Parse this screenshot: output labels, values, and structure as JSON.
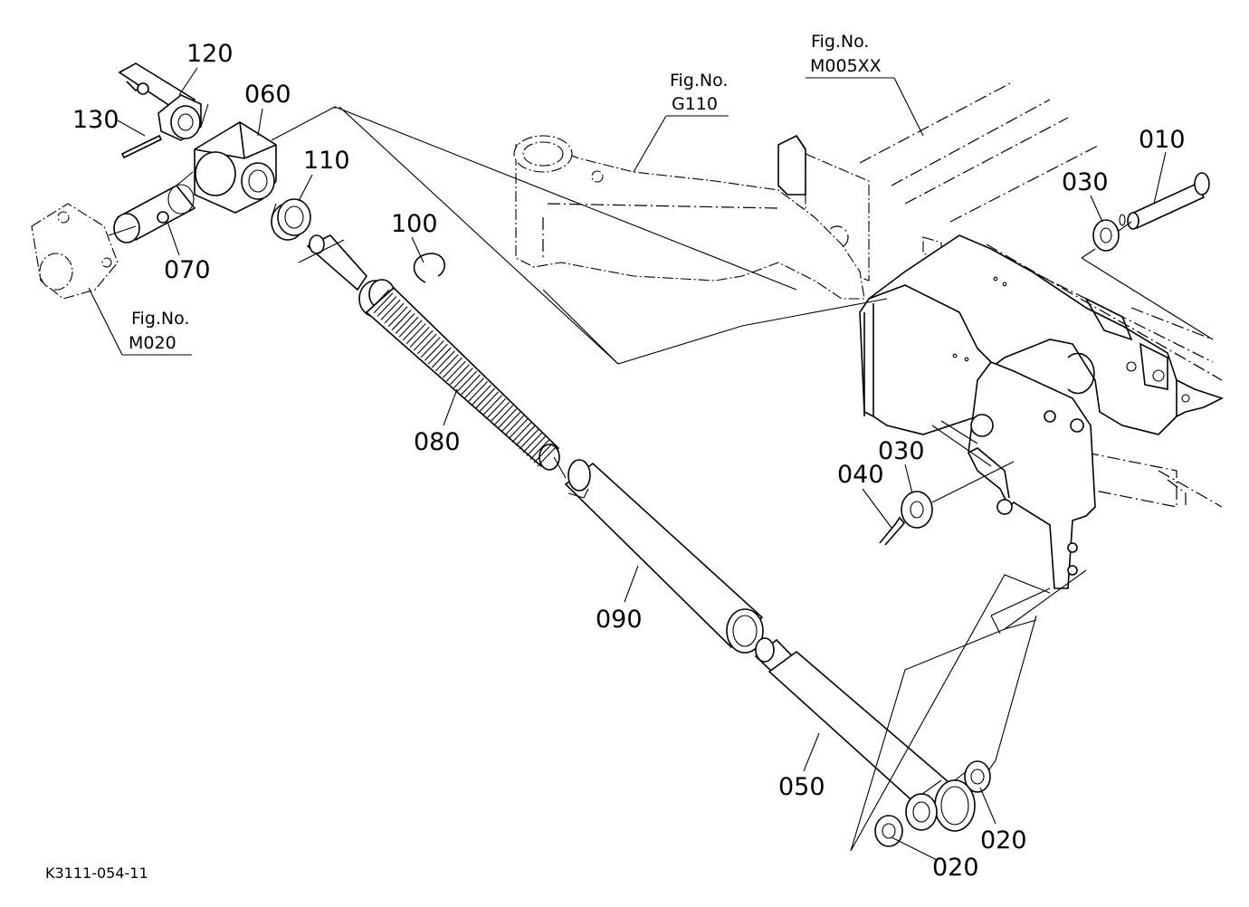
{
  "diagram_code": "K3111-054-11",
  "parts": {
    "p010": "010",
    "p020a": "020",
    "p020b": "020",
    "p030a": "030",
    "p030b": "030",
    "p040": "040",
    "p050": "050",
    "p060": "060",
    "p070": "070",
    "p080": "080",
    "p090": "090",
    "p100": "100",
    "p110": "110",
    "p120": "120",
    "p130": "130"
  },
  "references": {
    "g110": {
      "caption": "Fig.No.",
      "number": "G110"
    },
    "m005xx": {
      "caption": "Fig.No.",
      "number": "M005XX"
    },
    "m020": {
      "caption": "Fig.No.",
      "number": "M020"
    }
  }
}
